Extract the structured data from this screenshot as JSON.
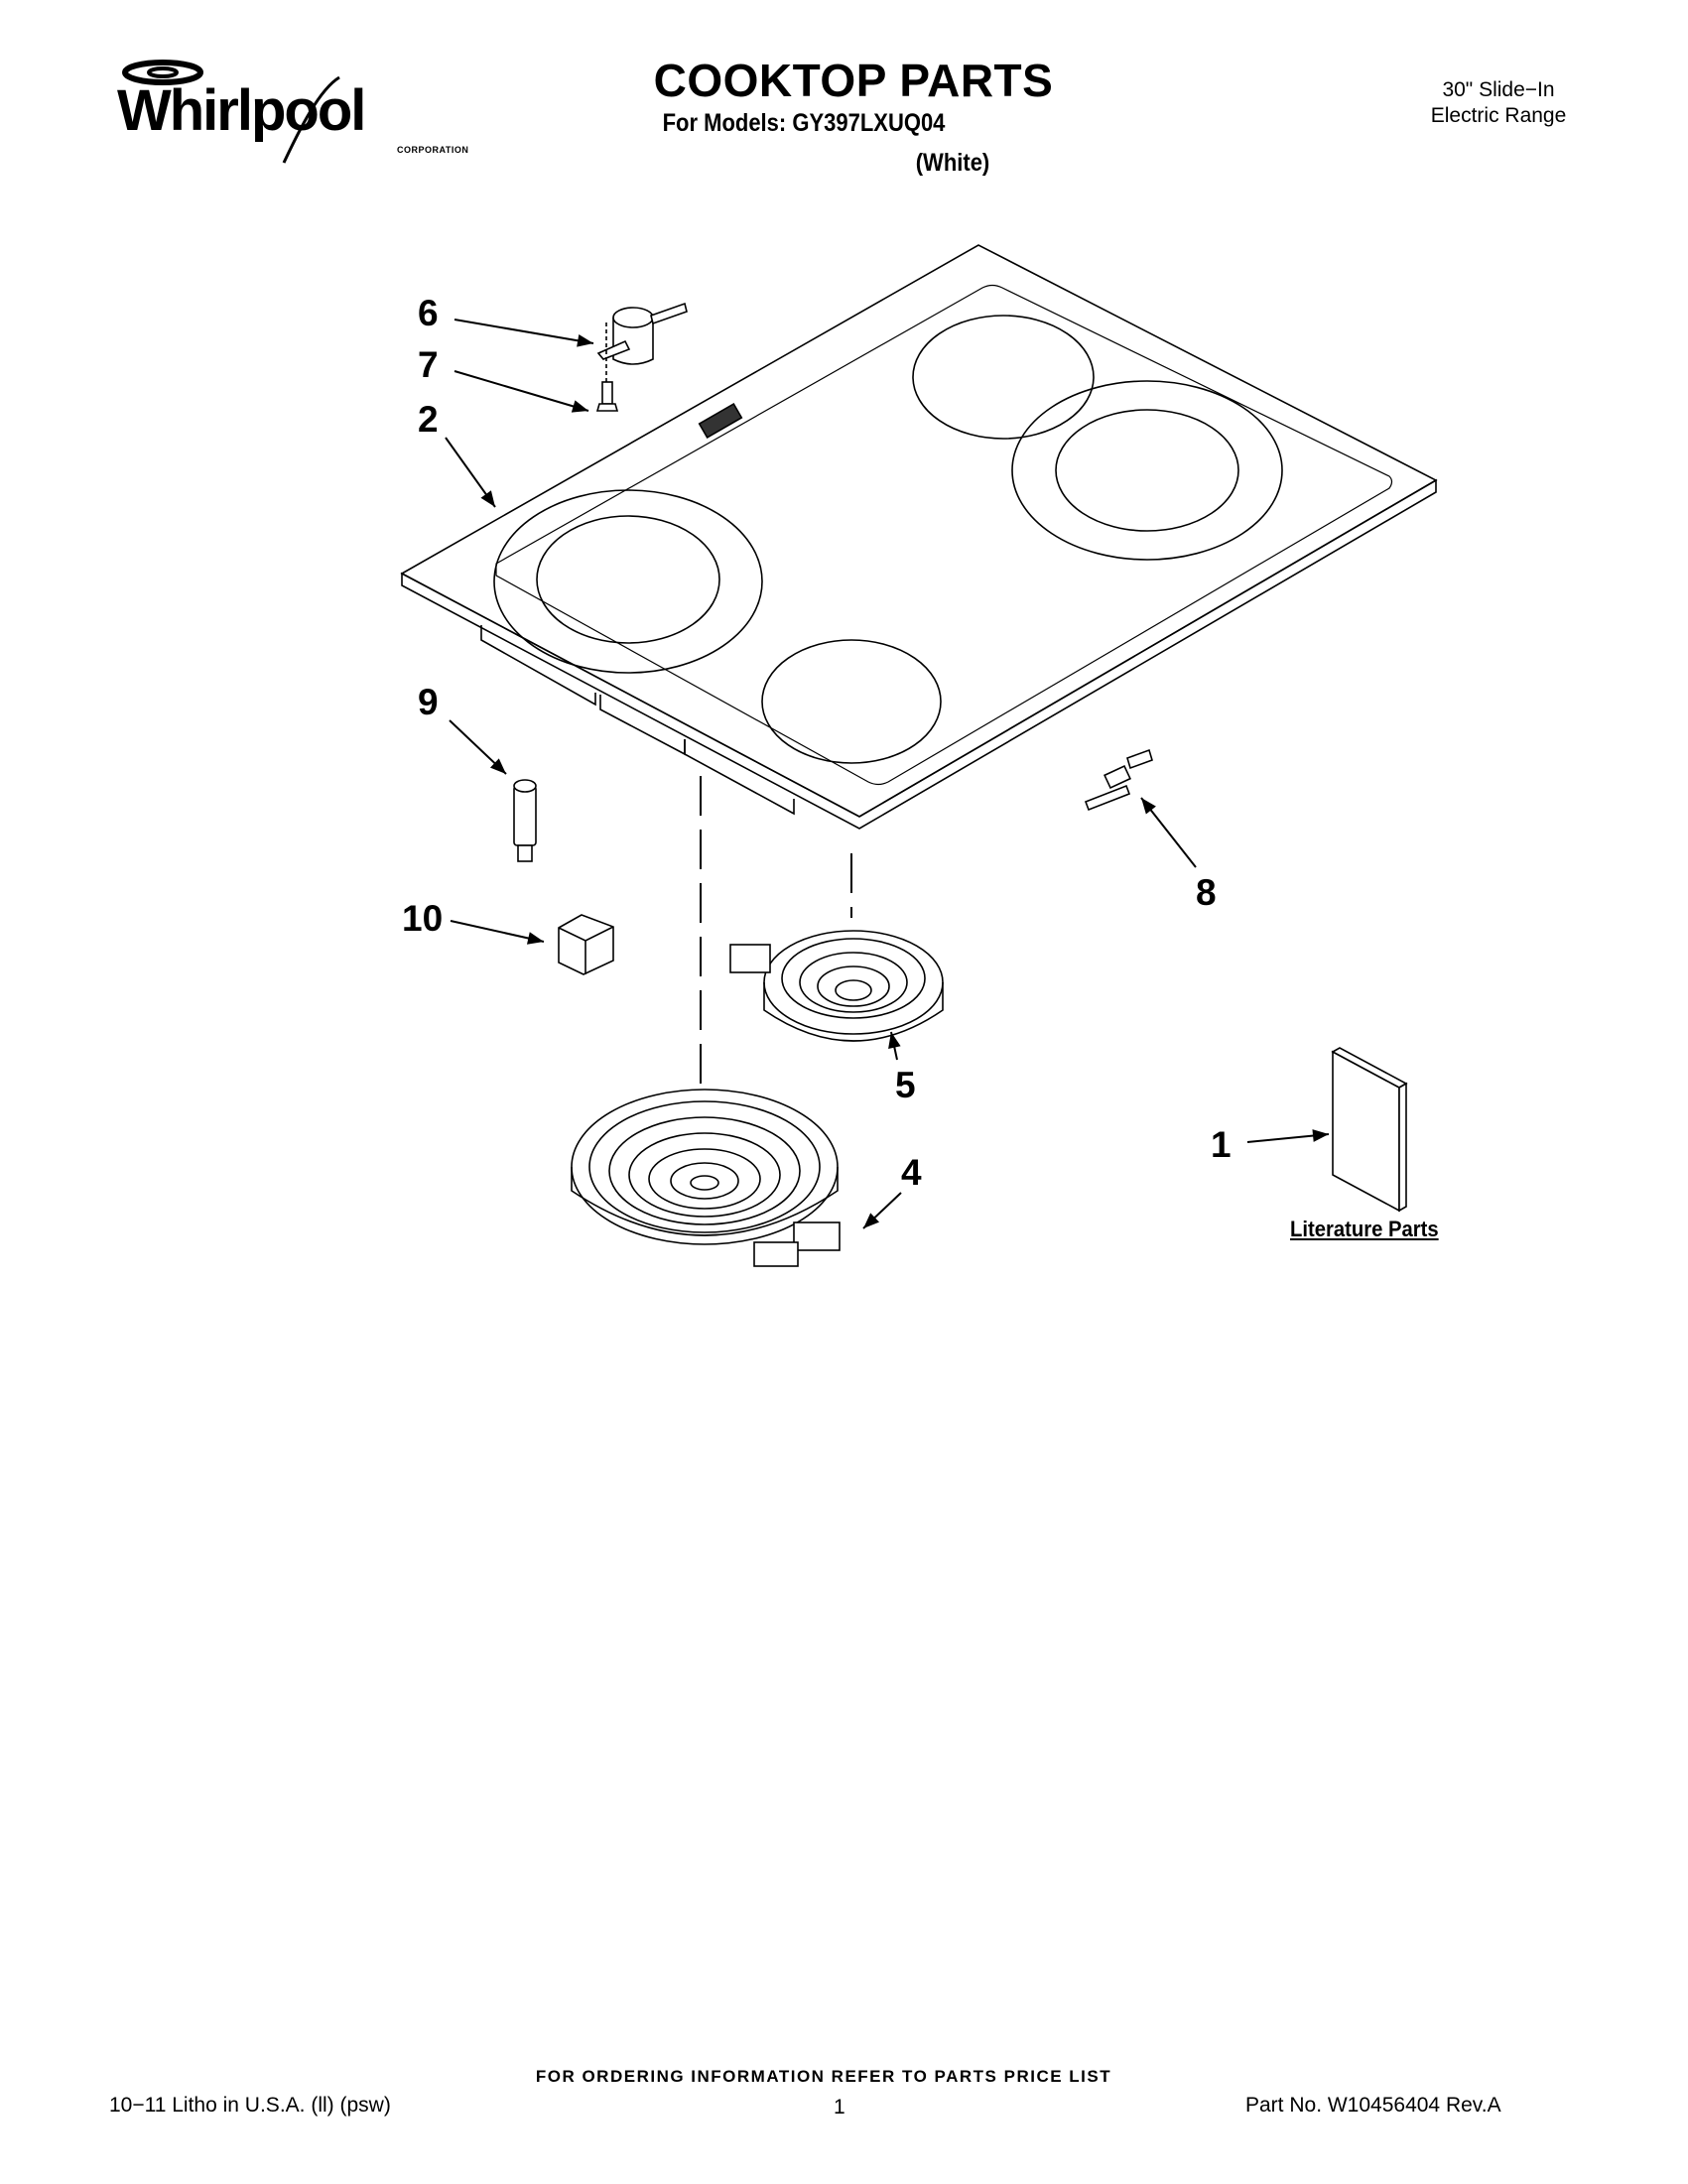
{
  "header": {
    "brand": "Whirlpool",
    "brand_sub": "CORPORATION",
    "title": "COOKTOP PARTS",
    "models_line": "For Models: GY397LXUQ04",
    "color_line": "(White)",
    "product_type_line1": "30\" Slide−In",
    "product_type_line2": "Electric Range"
  },
  "diagram": {
    "callouts": [
      {
        "id": "1",
        "label": "1",
        "part": "literature"
      },
      {
        "id": "2",
        "label": "2",
        "part": "cooktop-glass"
      },
      {
        "id": "4",
        "label": "4",
        "part": "dual-radiant-element"
      },
      {
        "id": "5",
        "label": "5",
        "part": "single-radiant-element"
      },
      {
        "id": "6",
        "label": "6",
        "part": "thermal-switch"
      },
      {
        "id": "7",
        "label": "7",
        "part": "screw"
      },
      {
        "id": "8",
        "label": "8",
        "part": "bracket"
      },
      {
        "id": "9",
        "label": "9",
        "part": "indicator-light"
      },
      {
        "id": "10",
        "label": "10",
        "part": "block"
      }
    ],
    "literature_label": "Literature Parts"
  },
  "footer": {
    "ordering_note": "FOR ORDERING INFORMATION REFER TO PARTS PRICE LIST",
    "litho": "10−11 Litho in U.S.A. (ll) (psw)",
    "page_number": "1",
    "part_number": "Part No. W10456404 Rev.A"
  }
}
